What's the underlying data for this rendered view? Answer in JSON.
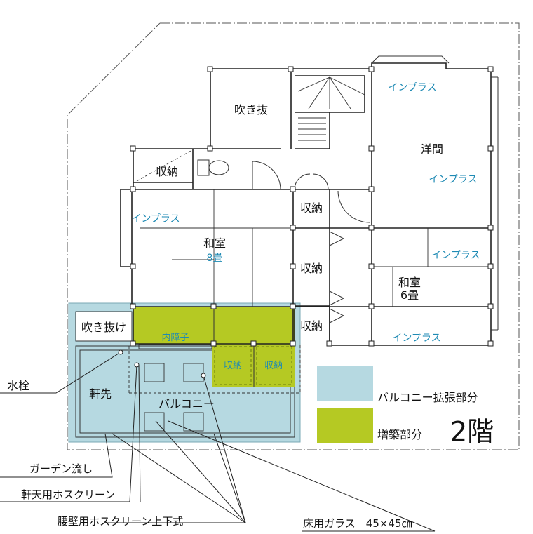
{
  "title": "2階",
  "colors": {
    "balcony_extension": "#b6d9e1",
    "addition": "#b5c923",
    "line": "#222222",
    "label_cyan": "#1e8ab4"
  },
  "rooms": {
    "fukinuke_top": "吹き抜",
    "shuno_left": "収納",
    "youma": "洋間",
    "washitsu8": "和室",
    "washitsu8_size": "8畳",
    "shuno_mid1": "収納",
    "shuno_mid2": "収納",
    "shuno_mid3": "収納",
    "washitsu6": "和室",
    "washitsu6_size": "6畳",
    "fukinuke_bottom": "吹き抜け",
    "nokisaki": "軒先",
    "balcony": "バルコニー",
    "naishoji": "内障子",
    "shuno_small1": "収納",
    "shuno_small2": "収納"
  },
  "inplus_labels": [
    "インプラス",
    "インプラス",
    "インプラス",
    "インプラス",
    "インプラス"
  ],
  "legend": {
    "balcony_extension": "バルコニー拡張部分",
    "addition": "増築部分"
  },
  "callouts": {
    "suisen": "水栓",
    "garden": "ガーデン流し",
    "noki_screen": "軒天用ホスクリーン",
    "koshikabe_screen": "腰壁用ホスクリーン上下式",
    "glass": "床用ガラス　45×45㎝"
  }
}
